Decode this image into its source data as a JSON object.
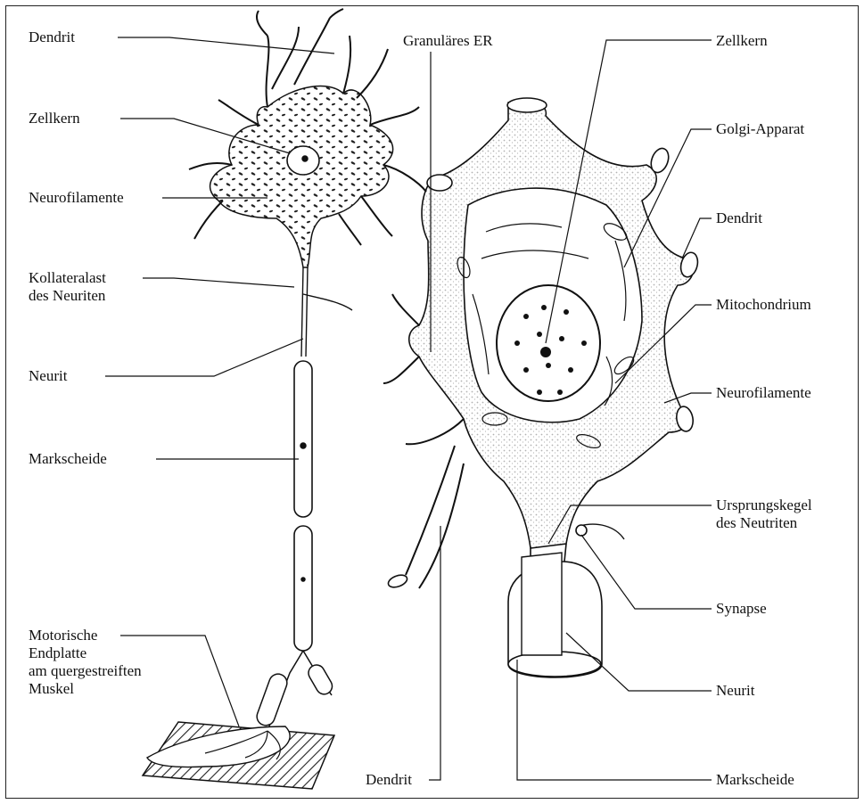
{
  "left_figure": {
    "labels": {
      "dendrit": "Dendrit",
      "zellkern": "Zellkern",
      "neurofilamente": "Neurofilamente",
      "kollateralast": [
        "Kollateralast",
        "des Neuriten"
      ],
      "neurit": "Neurit",
      "markscheide": "Markscheide",
      "endplatte": [
        "Motorische",
        "Endplatte",
        "am quergestreiften",
        "Muskel"
      ]
    }
  },
  "right_figure": {
    "labels": {
      "granulares_er": "Granuläres ER",
      "zellkern": "Zellkern",
      "golgi": "Golgi-Apparat",
      "dendrit_top": "Dendrit",
      "mitochondrium": "Mitochondrium",
      "neurofilamente": "Neurofilamente",
      "ursprungskegel": [
        "Ursprungskegel",
        "des Neutriten"
      ],
      "synapse": "Synapse",
      "neurit": "Neurit",
      "markscheide": "Markscheide",
      "dendrit_bottom": "Dendrit"
    }
  },
  "colors": {
    "ink": "#111111",
    "paper": "#ffffff",
    "shade": "#555555"
  }
}
